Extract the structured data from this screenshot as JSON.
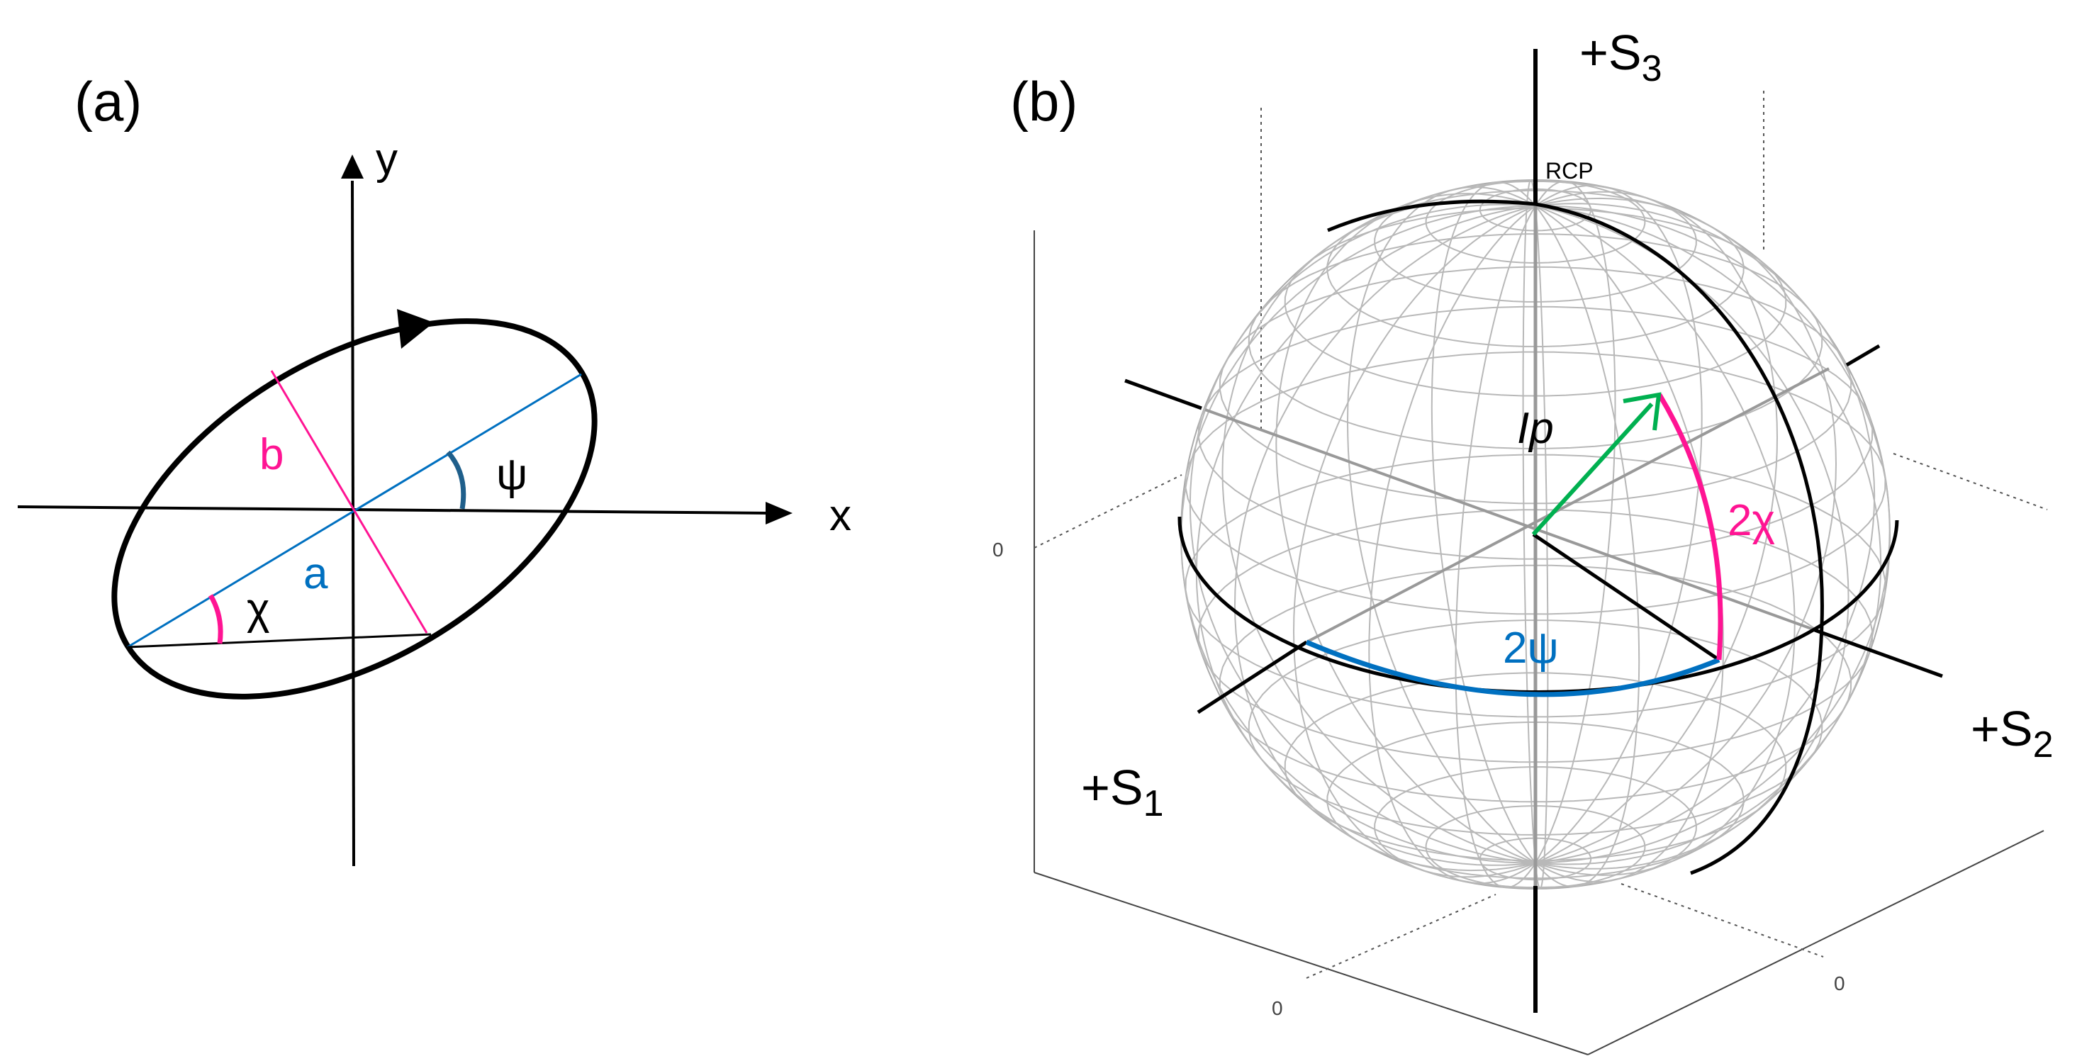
{
  "panel_a": {
    "label": "(a)",
    "x_axis": "x",
    "y_axis": "y",
    "major_axis": "a",
    "minor_axis": "b",
    "orientation_angle": "ψ",
    "ellipticity_angle": "χ"
  },
  "panel_b": {
    "label": "(b)",
    "s1_axis": "+S",
    "s1_sub": "1",
    "s2_axis": "+S",
    "s2_sub": "2",
    "s3_axis": "+S",
    "s3_sub": "3",
    "pole_label": "RCP",
    "vector_label": "Ip",
    "arc_2chi": "2χ",
    "arc_2psi": "2ψ",
    "tick_left": "0",
    "tick_bottom_left": "0",
    "tick_bottom_right": "0"
  },
  "colors": {
    "pink": "#ff1493",
    "blue": "#0070c0",
    "dark_blue": "#1f5f8b",
    "green": "#00b050",
    "grid": "#b8b8b8"
  }
}
